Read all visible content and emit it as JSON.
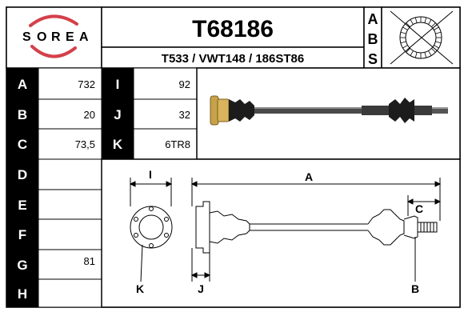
{
  "brand": {
    "letters": [
      "S",
      "O",
      "R",
      "E",
      "A"
    ]
  },
  "header": {
    "part_number": "T68186",
    "references": "T533 / VWT148 / 186ST86",
    "abs_letters": [
      "A",
      "B",
      "S"
    ]
  },
  "specs": [
    {
      "label": "A",
      "value": "732"
    },
    {
      "label": "B",
      "value": "20"
    },
    {
      "label": "C",
      "value": "73,5"
    },
    {
      "label": "D",
      "value": ""
    },
    {
      "label": "E",
      "value": ""
    },
    {
      "label": "F",
      "value": ""
    },
    {
      "label": "G",
      "value": "81"
    },
    {
      "label": "H",
      "value": ""
    }
  ],
  "specs2": [
    {
      "label": "I",
      "value": "92"
    },
    {
      "label": "J",
      "value": "32"
    },
    {
      "label": "K",
      "value": "6TR8"
    }
  ],
  "diagram": {
    "dimension_labels": {
      "a": "A",
      "b": "B",
      "c": "C",
      "i": "I",
      "j": "J",
      "k": "K"
    }
  },
  "colors": {
    "border": "#000000",
    "label_cell_bg": "#000000",
    "label_text": "#ffffff",
    "brand_red": "#d4404a",
    "shaft_gold": "#c8a24a"
  }
}
